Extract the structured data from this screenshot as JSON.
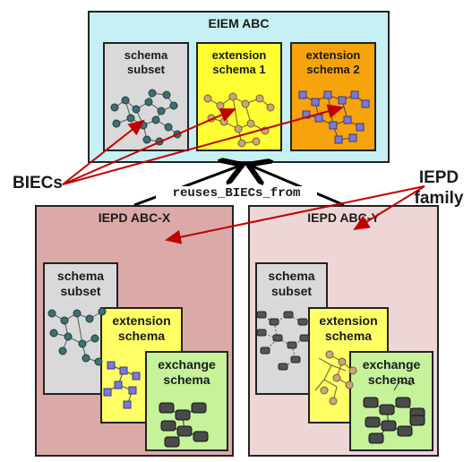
{
  "eiem": {
    "title": "EIEM ABC",
    "fill": "#c6f0f6"
  },
  "eiem_schemas": [
    {
      "line1": "schema",
      "line2": "subset",
      "fill": "#d9d9d9"
    },
    {
      "line1": "extension",
      "line2": "schema 1",
      "fill": "#ffff33"
    },
    {
      "line1": "extension",
      "line2": "schema 2",
      "fill": "#f7a30b"
    }
  ],
  "relation_label": "reuses_BIECs_from",
  "callouts": {
    "biecs": "BIECs",
    "iepd_line1": "IEPD",
    "iepd_line2": "family"
  },
  "iepd_x": {
    "title": "IEPD ABC-X",
    "fill": "#dca9a9",
    "subset": {
      "line1": "schema",
      "line2": "subset"
    },
    "extension": {
      "line1": "extension",
      "line2": "schema"
    },
    "exchange": {
      "line1": "exchange",
      "line2": "schema"
    }
  },
  "iepd_y": {
    "title": "IEPD ABC-Y",
    "fill": "#efd6d6",
    "subset": {
      "line1": "schema",
      "line2": "subset"
    },
    "extension": {
      "line1": "extension",
      "line2": "schema"
    },
    "exchange": {
      "line1": "exchange",
      "line2": "schema"
    }
  },
  "colors": {
    "arrow_red": "#c00000",
    "gray_box": "#d9d9d9",
    "yellow_box": "#ffff66",
    "green_box": "#c6f29a"
  },
  "icons": [
    "gray-node-cluster-icon",
    "tan-node-cluster-icon",
    "purple-node-cluster-icon",
    "dark-record-cluster-icon"
  ]
}
